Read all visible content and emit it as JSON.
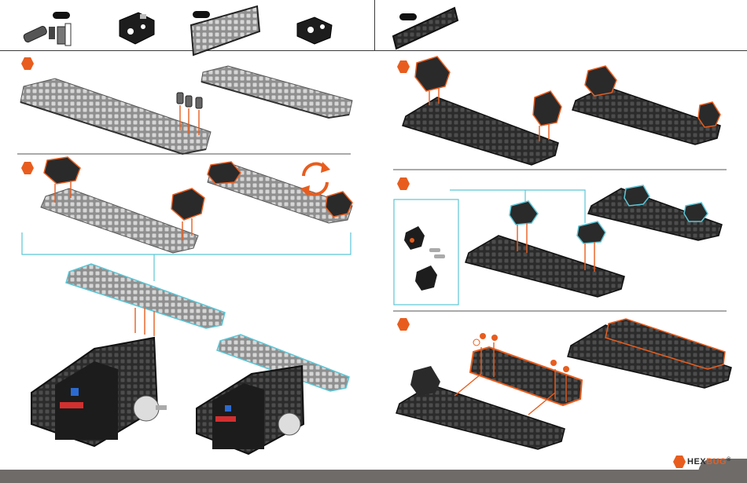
{
  "brand": {
    "logo_text_prefix": "HEX",
    "logo_text_suffix": "BUG",
    "trademark": "®",
    "accent_color": "#e85d1e",
    "highlight_color": "#5bc6d6"
  },
  "parts_bar": {
    "icons": [
      "axle-pin-icon",
      "bracket-block-icon",
      "grid-plate-icon",
      "corner-bracket-icon",
      "long-plate-icon"
    ]
  },
  "steps": [
    {
      "id": "step-1",
      "icon": "step-hexagon-icon"
    },
    {
      "id": "step-2",
      "icon": "step-hexagon-icon"
    },
    {
      "id": "step-3",
      "icon": "step-hexagon-icon"
    },
    {
      "id": "step-4",
      "icon": "step-hexagon-icon"
    },
    {
      "id": "step-5",
      "icon": "step-hexagon-icon"
    }
  ],
  "annotations": {
    "rotate_icon": "rotate-arrows-icon"
  }
}
